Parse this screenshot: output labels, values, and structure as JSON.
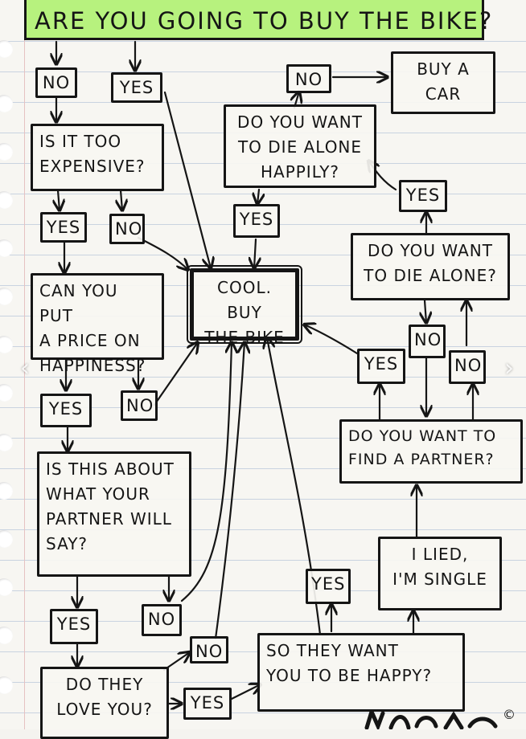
{
  "title": "ARE YOU GOING TO BUY THE BIKE?",
  "nodes": {
    "no_1": "NO",
    "yes_1": "YES",
    "too_expensive": "IS IT TOO\nEXPENSIVE?",
    "yes_2": "YES",
    "no_2": "NO",
    "price_happiness": "CAN YOU PUT\nA PRICE ON\nHAPPINESS?",
    "yes_3": "YES",
    "no_3": "NO",
    "partner_say": "IS THIS ABOUT\nWHAT YOUR\nPARTNER WILL\nSAY?",
    "yes_4": "YES",
    "no_4": "NO",
    "love_you": "DO THEY\nLOVE YOU?",
    "no_5": "NO",
    "yes_5": "YES",
    "cool_buy": "COOL. BUY\nTHE BIKE",
    "no_top": "NO",
    "buy_car": "BUY A\nCAR",
    "die_alone_happily": "DO YOU WANT\nTO DIE ALONE\nHAPPILY?",
    "yes_happily": "YES",
    "yes_die_alone": "YES",
    "die_alone": "DO YOU WANT\nTO DIE ALONE?",
    "no_die_alone": "NO",
    "yes_partner": "YES",
    "no_partner": "NO",
    "find_partner": "DO YOU WANT TO\nFIND A PARTNER?",
    "lied_single": "I LIED,\nI'M SINGLE",
    "yes_happy": "YES",
    "want_you_happy": "SO THEY WANT\nYOU TO BE HAPPY?"
  },
  "colors": {
    "title_bg": "#b7f27e",
    "ink": "#151515",
    "paper": "#f7f6f2",
    "rule_lines": "#c9d3e0"
  },
  "icons": {
    "prev": "chevron-left-icon",
    "next": "chevron-right-icon"
  }
}
